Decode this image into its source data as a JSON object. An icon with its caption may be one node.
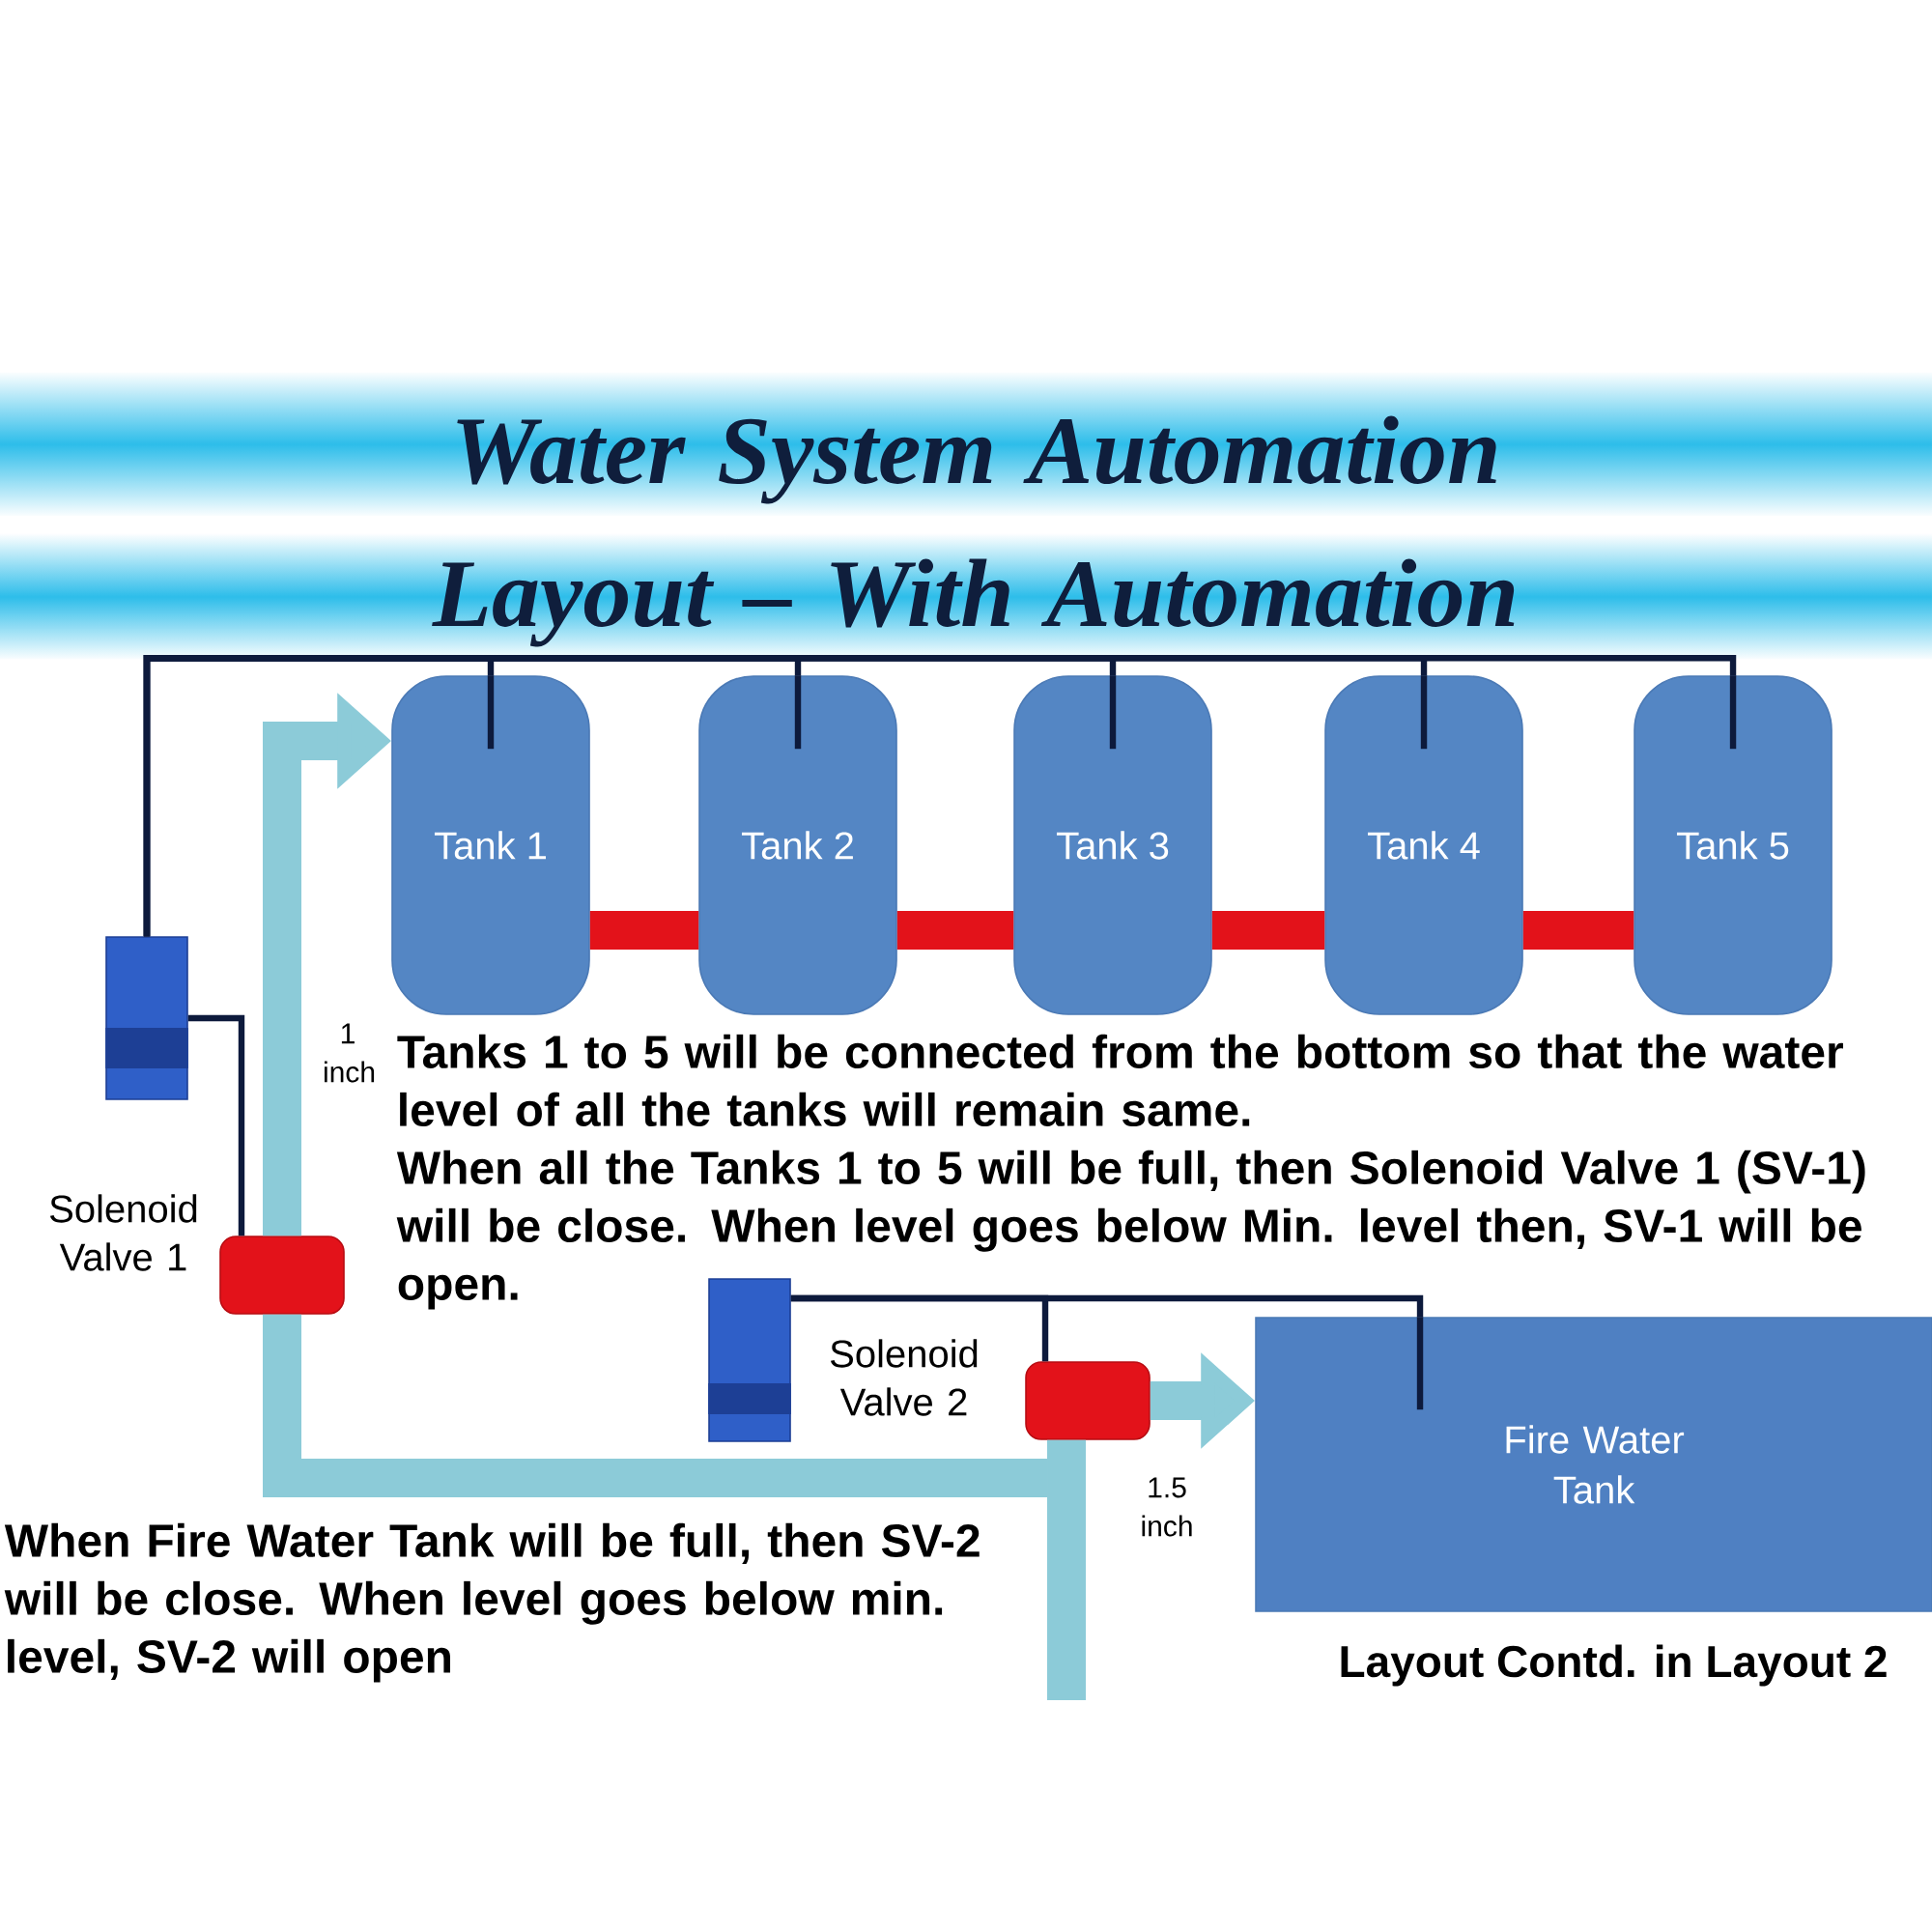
{
  "diagram": {
    "title": "Water System Automation Layout – With Automation",
    "nodes": [
      {
        "text": [
          "Tank 1"
        ]
      },
      {
        "text": [
          "Tank 2"
        ]
      },
      {
        "text": [
          "Tank 3"
        ]
      },
      {
        "text": [
          "Tank 4"
        ]
      },
      {
        "text": [
          "Tank 5"
        ]
      },
      {
        "text": [],
        "shape": "box"
      },
      {
        "text": [],
        "shape": "box",
        "beside": [
          "Solenoid Valve 1"
        ]
      },
      {
        "text": [],
        "shape": "box"
      },
      {
        "text": [],
        "shape": "box",
        "beside": [
          "Solenoid Valve 2"
        ]
      },
      {
        "text": [
          "Fire Water Tank"
        ],
        "beside": [
          "Layout Contd. in Layout 2"
        ]
      }
    ],
    "edges": [
      {
        "from": 0,
        "to": 1,
        "arrow": "none",
        "style": "thick",
        "color": "#e3121a"
      },
      {
        "from": 1,
        "to": 2,
        "arrow": "none",
        "style": "thick",
        "color": "#e3121a"
      },
      {
        "from": 2,
        "to": 3,
        "arrow": "none",
        "style": "thick",
        "color": "#e3121a"
      },
      {
        "from": 3,
        "to": 4,
        "arrow": "none",
        "style": "thick",
        "color": "#e3121a"
      },
      {
        "from": 5,
        "to": 0,
        "arrow": "none"
      },
      {
        "from": 5,
        "to": 1,
        "arrow": "none"
      },
      {
        "from": 5,
        "to": 2,
        "arrow": "none"
      },
      {
        "from": 5,
        "to": 3,
        "arrow": "none"
      },
      {
        "from": 5,
        "to": 4,
        "arrow": "none"
      },
      {
        "from": 5,
        "to": 6,
        "arrow": "none"
      },
      {
        "from": 7,
        "to": 8,
        "arrow": "none"
      },
      {
        "from": 7,
        "to": 9,
        "arrow": "none"
      },
      {
        "from": 6,
        "to": 0,
        "arrow": "to",
        "style": "thick",
        "color": "#8ccbd8"
      },
      {
        "from": null,
        "to": 6,
        "arrow": "none",
        "style": "thick",
        "color": "#8ccbd8"
      },
      {
        "from": null,
        "to": 8,
        "arrow": "none",
        "style": "thick",
        "color": "#8ccbd8"
      },
      {
        "from": 8,
        "to": 9,
        "arrow": "to",
        "style": "thick",
        "color": "#8ccbd8"
      }
    ],
    "labels": [
      "1 inch",
      "Tanks 1 to 5 will be connected from the bottom so that the water level of all the tanks will remain same.",
      "When all the Tanks 1 to 5 will be full, then Solenoid Valve 1 (SV-1) will be close. When level goes below Min. level then, SV-1 will be open.",
      "1.5 inch",
      "When Fire Water Tank will be full, then SV-2 will be close. When level goes below min. level, SV-2 will open"
    ]
  }
}
